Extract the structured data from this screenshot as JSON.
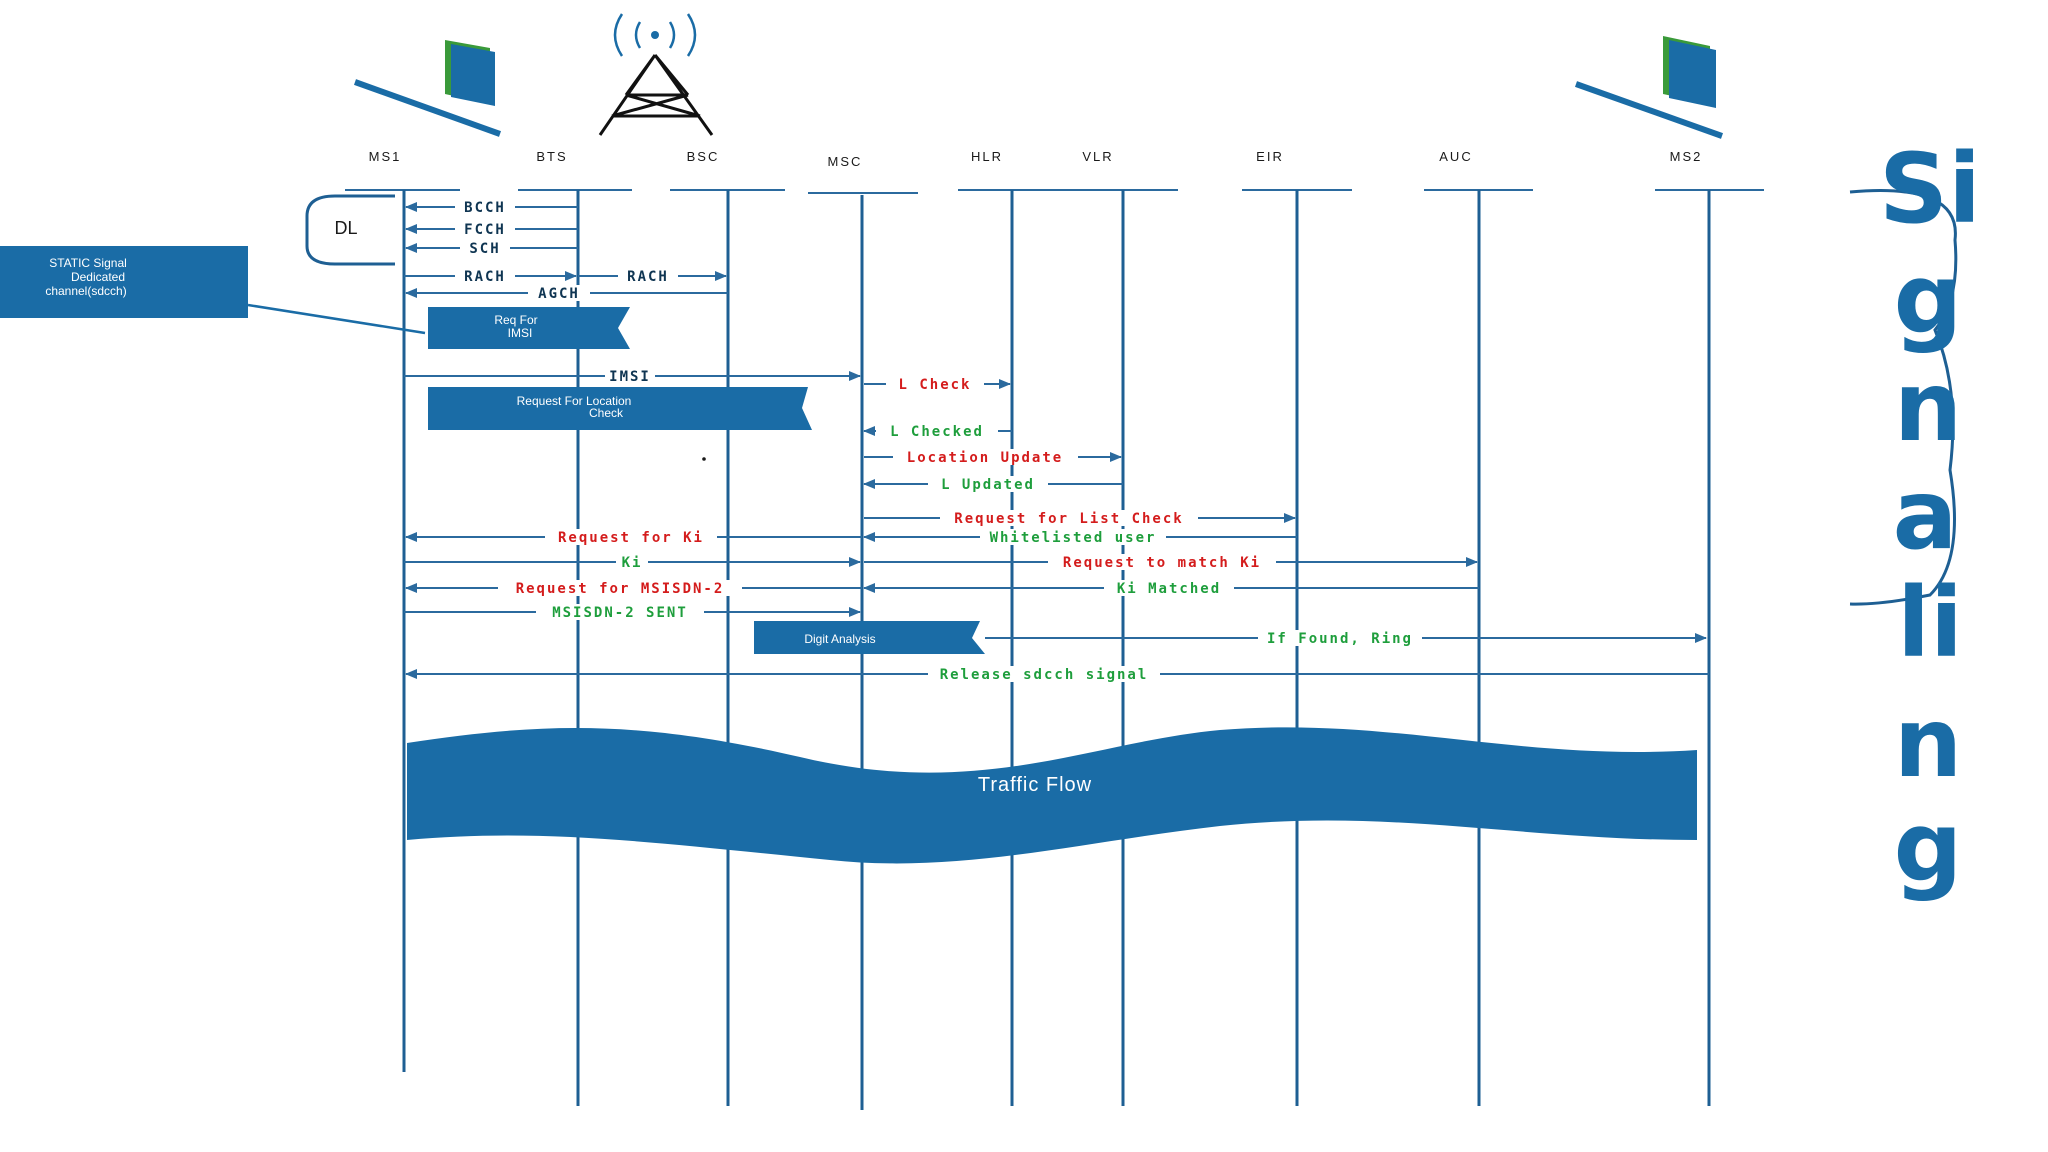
{
  "colors": {
    "primary": "#1a6ca6",
    "lifeline": "#1e5f93",
    "arrow": "#2b6a9e",
    "msg_dark": "#0f3552",
    "msg_red": "#d41c1c",
    "msg_green": "#1e9e3c"
  },
  "icons": {
    "ms1": "laptop-icon",
    "bts": "cell-tower-icon",
    "ms2": "laptop-icon"
  },
  "entities": [
    "MS1",
    "BTS",
    "BSC",
    "MSC",
    "HLR",
    "VLR",
    "EIR",
    "AUC",
    "MS2"
  ],
  "bracket_label": "DL",
  "side_note": {
    "line1": "STATIC Signal",
    "line2": "Dedicated",
    "line3": "channel(sdcch)"
  },
  "messages": {
    "bcch": "BCCH",
    "fcch": "FCCH",
    "sch": "SCH",
    "rach1": "RACH",
    "rach2": "RACH",
    "agch": "AGCH",
    "imsi": "IMSI",
    "l_check": "L Check",
    "l_checked": "L Checked",
    "location_update": "Location Update",
    "l_updated": "L Updated",
    "request_list_check": "Request for List Check",
    "request_for_ki": "Request for Ki",
    "whitelisted_user": "Whitelisted user",
    "ki": "Ki",
    "request_match_ki": "Request to match Ki",
    "request_msisdn": "Request for MSISDN-2",
    "ki_matched": "Ki Matched",
    "msisdn_sent": "MSISDN-2 SENT",
    "if_found_ring": "If Found, Ring",
    "release_sdcch": "Release sdcch signal"
  },
  "boxes": {
    "req_imsi_1": "Req For",
    "req_imsi_2": "IMSI",
    "req_location_1": "Request For Location",
    "req_location_2": "Check",
    "digit_analysis": "Digit Analysis"
  },
  "traffic_flow": "Traffic Flow",
  "side_title": [
    "Si",
    "g",
    "n",
    "a",
    "li",
    "n",
    "g"
  ]
}
